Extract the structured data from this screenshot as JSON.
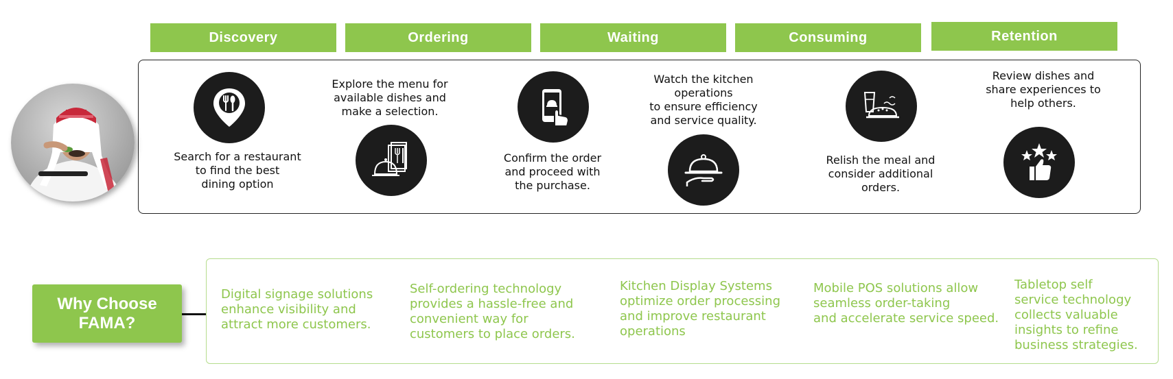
{
  "stages": [
    {
      "label": "Discovery"
    },
    {
      "label": "Ordering"
    },
    {
      "label": "Waiting"
    },
    {
      "label": "Consuming"
    },
    {
      "label": "Retention"
    }
  ],
  "steps": [
    {
      "text": "Search for a restaurant\nto find the best\ndining option",
      "icon": "restaurant-pin-icon"
    },
    {
      "text": "Explore the menu for\navailable dishes and\nmake a selection.",
      "icon": "menu-icon"
    },
    {
      "text": "Confirm the order\nand proceed with\nthe purchase.",
      "icon": "mobile-order-icon"
    },
    {
      "text": "Watch the kitchen\noperations\nto ensure efficiency\nand service quality.",
      "icon": "serving-cloche-icon"
    },
    {
      "text": "Relish the meal and\nconsider additional\norders.",
      "icon": "meal-icon"
    },
    {
      "text": "Review dishes and\nshare experiences to\nhelp others.",
      "icon": "rating-thumbs-up-icon"
    }
  ],
  "why": {
    "title": "Why Choose\nFAMA?"
  },
  "benefits": [
    {
      "text": "Digital signage solutions\nenhance visibility and\nattract more customers."
    },
    {
      "text": "Self-ordering technology\nprovides a hassle-free and\nconvenient way for\ncustomers to place orders."
    },
    {
      "text": "Kitchen Display Systems\n optimize order processing\nand improve restaurant\noperations"
    },
    {
      "text": "Mobile POS solutions allow\nseamless order-taking\nand accelerate service speed."
    },
    {
      "text": "Tabletop self\nservice technology\ncollects valuable\ninsights to refine\nbusiness strategies."
    }
  ],
  "colors": {
    "accent": "#8ec64d",
    "icon_bg": "#1c1c1c"
  }
}
